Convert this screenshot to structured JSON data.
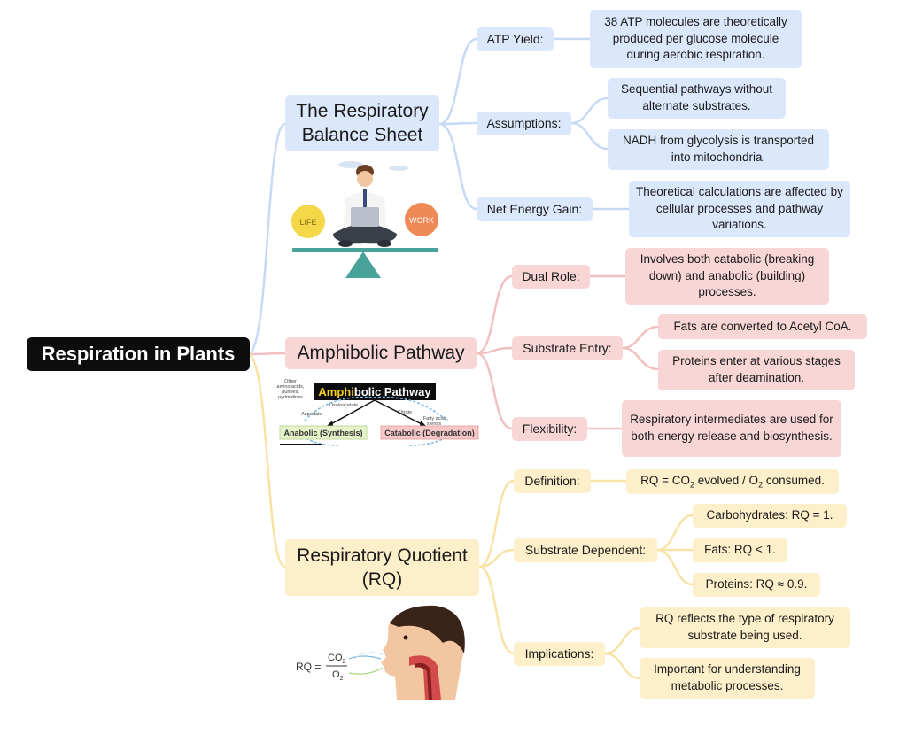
{
  "root": {
    "label": "Respiration in Plants"
  },
  "branches": {
    "balance": {
      "title_line1": "The Respiratory",
      "title_line2": "Balance Sheet",
      "color": "#dbe7fb",
      "edge_color": "#c7d9f5",
      "atp_yield": {
        "label": "ATP Yield:",
        "text": "38 ATP molecules are theoretically produced per glucose molecule during aerobic respiration."
      },
      "assumptions": {
        "label": "Assumptions:",
        "items": [
          "Sequential pathways without alternate substrates.",
          "NADH from glycolysis is transported into mitochondria."
        ]
      },
      "net_energy": {
        "label": "Net Energy Gain:",
        "text": "Theoretical calculations are affected by cellular processes and pathway variations."
      },
      "illustration": {
        "left_label": "LIFE",
        "right_label": "WORK"
      }
    },
    "amphibolic": {
      "title": "Amphibolic Pathway",
      "color": "#f8d6d6",
      "edge_color": "#f2c0c0",
      "dual_role": {
        "label": "Dual Role:",
        "text": "Involves both catabolic (breaking down) and anabolic (building) processes."
      },
      "substrate_entry": {
        "label": "Substrate Entry:",
        "items": [
          "Fats are converted to Acetyl CoA.",
          "Proteins enter at various stages after deamination."
        ]
      },
      "flexibility": {
        "label": "Flexibility:",
        "text": "Respiratory intermediates are used for both energy release and biosynthesis."
      },
      "illustration": {
        "banner_part1": "Amphi",
        "banner_part2": "bolic Pathway",
        "anabolic": "Anabolic (Synthesis)",
        "catabolic": "Catabolic (Degradation)",
        "side_note_1": "Other",
        "side_note_2": "amino acids,",
        "side_note_3": "purines,",
        "side_note_4": "pyrimidines",
        "note_oxaloacetate": "Oxaloacetate",
        "note_aspartate": "Aspartate",
        "note_citrate": "Citrate",
        "note_fatty_1": "Fatty acids,",
        "note_fatty_2": "sterols"
      }
    },
    "rq": {
      "title_line1": "Respiratory Quotient",
      "title_line2": "(RQ)",
      "color": "#fdefc9",
      "edge_color": "#f8e2a6",
      "definition": {
        "label": "Definition:",
        "text_a": "RQ = CO",
        "sub_a": "2",
        "text_b": " evolved / O",
        "sub_b": "2",
        "text_c": " consumed."
      },
      "substrate_dependent": {
        "label": "Substrate Dependent:",
        "items": [
          "Carbohydrates: RQ = 1.",
          "Fats: RQ < 1.",
          "Proteins: RQ ≈ 0.9."
        ]
      },
      "implications": {
        "label": "Implications:",
        "items": [
          "RQ reflects the type of respiratory substrate being used.",
          "Important for understanding metabolic processes."
        ]
      },
      "illustration": {
        "rq": "RQ =",
        "num": "CO",
        "num_sub": "2",
        "den": "O",
        "den_sub": "2"
      }
    }
  }
}
